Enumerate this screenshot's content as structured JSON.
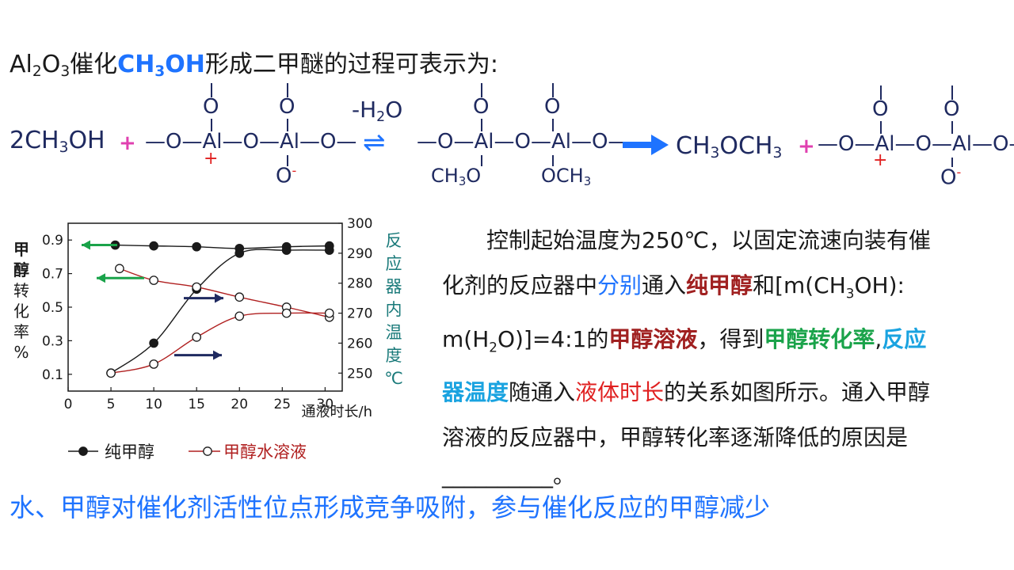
{
  "title": {
    "pre": "Al",
    "sub1": "2",
    "o": "O",
    "sub2": "3",
    "cat": "催化",
    "m1": "CH",
    "msub": "3",
    "m2": "OH",
    "post": "形成二甲醚的过程可表示为:"
  },
  "equation": {
    "coef": "2CH",
    "sub3": "3",
    "oh": "OH",
    "plus": "+",
    "water_lead": "-H",
    "water_sub": "2",
    "water_tail": "O",
    "arrow_eq": "⇌",
    "product_a": "CH",
    "product_b": "3",
    "product_c": "OCH",
    "product_d": "3",
    "chain_left": "—O—Al—O—Al—O—",
    "top_o": "O",
    "plus_charge": "+",
    "minus_o": "O",
    "minus_sign": "-",
    "ch3o_a": "CH",
    "ch3o_b": "3",
    "ch3o_c": "O",
    "och3_a": "OCH",
    "och3_b": "3"
  },
  "paragraph": {
    "l1": "控制起始温度为250℃，以固定流速向装有催",
    "l2a": "化剂的反应器中",
    "l2b": "分别",
    "l2c": "通入",
    "l2d": "纯甲醇",
    "l2e": "和[m(CH",
    "l2f": "3",
    "l2g": "OH):",
    "l3a": "m(H",
    "l3b": "2",
    "l3c": "O)]=4:1的",
    "l3d": "甲醇溶液",
    "l3e": "，得到",
    "l3f": "甲醇转化率",
    "l3g": ",",
    "l3h": "反应",
    "l4a": "器温度",
    "l4b": "随通入",
    "l4c": "液体时长",
    "l4d": "的关系如图所示。通入甲醇",
    "l5": "溶液的反应器中，甲醇转化率逐渐降低的原因是",
    "l6": "__________。"
  },
  "answer": "水、甲醇对催化剂活性位点形成竞争吸附，参与催化反应的甲醇减少",
  "chart_data": {
    "type": "line",
    "xlabel": "通液时长/h",
    "ylabel_left": "甲醇转化率%",
    "ylabel_left_chars": [
      "甲",
      "醇",
      "转",
      "化",
      "率",
      "%"
    ],
    "ylabel_right": "反应器内温度℃",
    "ylabel_right_chars": [
      "反",
      "应",
      "器",
      "内",
      "温",
      "度",
      "℃"
    ],
    "x_ticks": [
      "0",
      "5",
      "10",
      "15",
      "20",
      "25",
      "30"
    ],
    "y_left_ticks": [
      "0.9",
      "0.7",
      "0.5",
      "0.3",
      "0.1"
    ],
    "y_right_ticks": [
      "300",
      "290",
      "280",
      "270",
      "260",
      "250"
    ],
    "xlim": [
      0,
      32
    ],
    "ylim_left": [
      0,
      1.0
    ],
    "ylim_right": [
      244,
      300
    ],
    "series": [
      {
        "name": "纯甲醇",
        "axis": "left",
        "marker": "filled",
        "color": "#1a1a1a",
        "x": [
          5.5,
          10,
          15,
          20,
          25.5,
          30.5
        ],
        "y": [
          0.87,
          0.865,
          0.86,
          0.85,
          0.86,
          0.865
        ]
      },
      {
        "name": "纯甲醇",
        "axis": "right",
        "marker": "filled",
        "color": "#1a1a1a",
        "x": [
          5,
          10,
          15,
          20,
          25.5,
          30.5
        ],
        "y": [
          250,
          260,
          278,
          290,
          291,
          291
        ]
      },
      {
        "name": "甲醇水溶液",
        "axis": "left",
        "marker": "open",
        "color": "#b02020",
        "x": [
          6,
          10,
          15,
          20,
          25.5,
          30.5
        ],
        "y": [
          0.73,
          0.66,
          0.62,
          0.56,
          0.5,
          0.44
        ]
      },
      {
        "name": "甲醇水溶液",
        "axis": "right",
        "marker": "open",
        "color": "#b02020",
        "x": [
          5,
          10,
          15,
          20,
          25.5,
          30.5
        ],
        "y": [
          250,
          253,
          262,
          269,
          270,
          270
        ]
      }
    ],
    "legend": [
      {
        "label": "纯甲醇",
        "marker": "filled",
        "color": "#1a1a1a"
      },
      {
        "label": "甲醇水溶液",
        "marker": "open",
        "color": "#b02020"
      }
    ],
    "legend_placement": "bottom",
    "annotations": [
      {
        "type": "arrow-left",
        "color": "#1aa34a",
        "meaning": "points to left axis",
        "target": "纯甲醇"
      },
      {
        "type": "arrow-left",
        "color": "#1aa34a",
        "meaning": "points to left axis",
        "target": "甲醇水溶液"
      },
      {
        "type": "arrow-right",
        "color": "#1f2a60",
        "meaning": "points to right axis",
        "target": "纯甲醇"
      },
      {
        "type": "arrow-right",
        "color": "#1f2a60",
        "meaning": "points to right axis",
        "target": "甲醇水溶液"
      }
    ]
  }
}
